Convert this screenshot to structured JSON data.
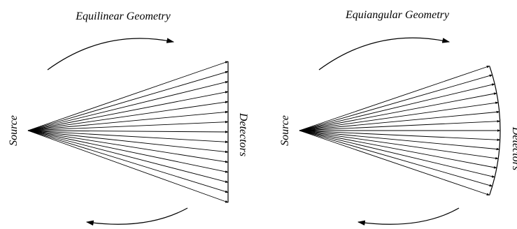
{
  "diagrams": [
    {
      "id": "equilinear",
      "title": "Equilinear Geometry",
      "source_label": "Source",
      "detector_label": "Detectors",
      "ray_count": 15,
      "detector_shape": "line"
    },
    {
      "id": "equiangular",
      "title": "Equiangular Geometry",
      "source_label": "Source",
      "detector_label": "Detectors",
      "ray_count": 15,
      "detector_shape": "arc"
    }
  ],
  "colors": {
    "ink": "#000000",
    "background": "#ffffff"
  }
}
